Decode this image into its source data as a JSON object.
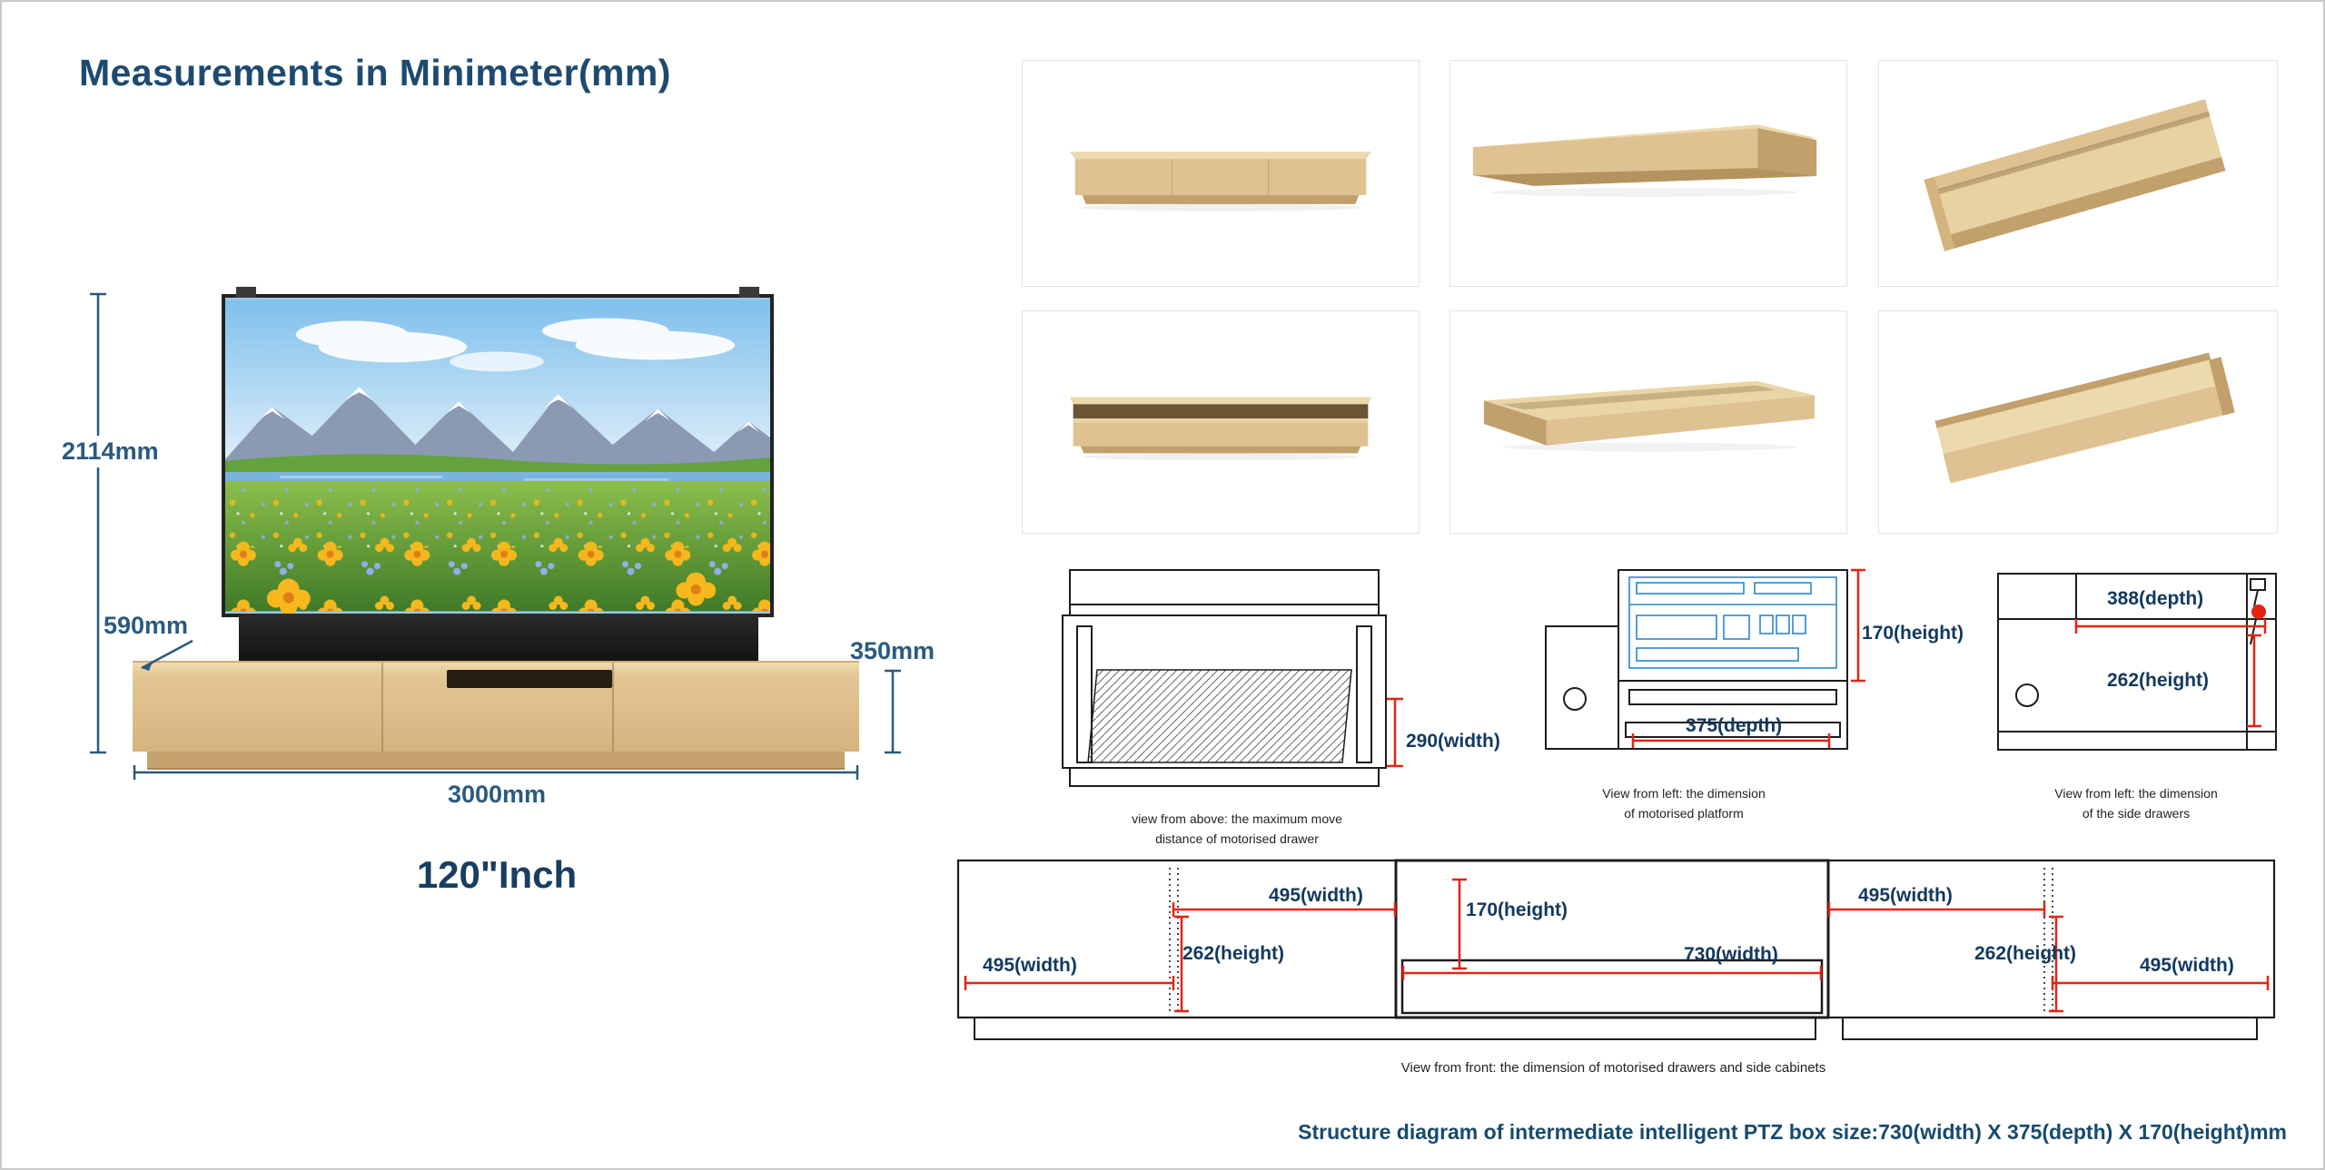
{
  "title": "Measurements in Minimeter(mm)",
  "colors": {
    "accent_navy": "#1d4a70",
    "dim_steel_blue": "#2a5a7e",
    "dim_red": "#e42313",
    "label_navy": "#12395e",
    "wood": "#dcbd8a"
  },
  "tv_diagram": {
    "screen_height": "2114mm",
    "base_depth": "590mm",
    "cabinet_height": "350mm",
    "cabinet_width": "3000mm",
    "screen_size_label": "120\"Inch"
  },
  "gallery": {
    "items": [
      {
        "name": "cabinet-front-view"
      },
      {
        "name": "cabinet-right-perspective"
      },
      {
        "name": "cabinet-top-angled-view"
      },
      {
        "name": "cabinet-open-shelf-front"
      },
      {
        "name": "cabinet-left-perspective"
      },
      {
        "name": "cabinet-rear-angled-view"
      }
    ]
  },
  "drawings": {
    "top_view": {
      "dim_width": "290(width)",
      "caption": [
        "view from above: the maximum move",
        "distance of motorised drawer"
      ]
    },
    "platform_view": {
      "dim_height": "170(height)",
      "dim_depth": "375(depth)",
      "caption": [
        "View from left: the dimension",
        "of motorised platform"
      ]
    },
    "side_view": {
      "dim_depth": "388(depth)",
      "dim_height": "262(height)",
      "caption": [
        "View from left: the dimension",
        "of the side drawers"
      ]
    },
    "front_view": {
      "left_drawer_width": "495(width)",
      "left_height": "262(height)",
      "left_cabinet_width": "495(width)",
      "ptz_height": "170(height)",
      "ptz_width": "730(width)",
      "right_drawer_width": "495(width)",
      "right_height": "262(height)",
      "right_cabinet_width": "495(width)",
      "caption": "View from front: the dimension of motorised drawers and side cabinets"
    }
  },
  "footer": {
    "structure_note": "Structure diagram of intermediate intelligent PTZ box size:730(width) X 375(depth) X 170(height)mm"
  }
}
